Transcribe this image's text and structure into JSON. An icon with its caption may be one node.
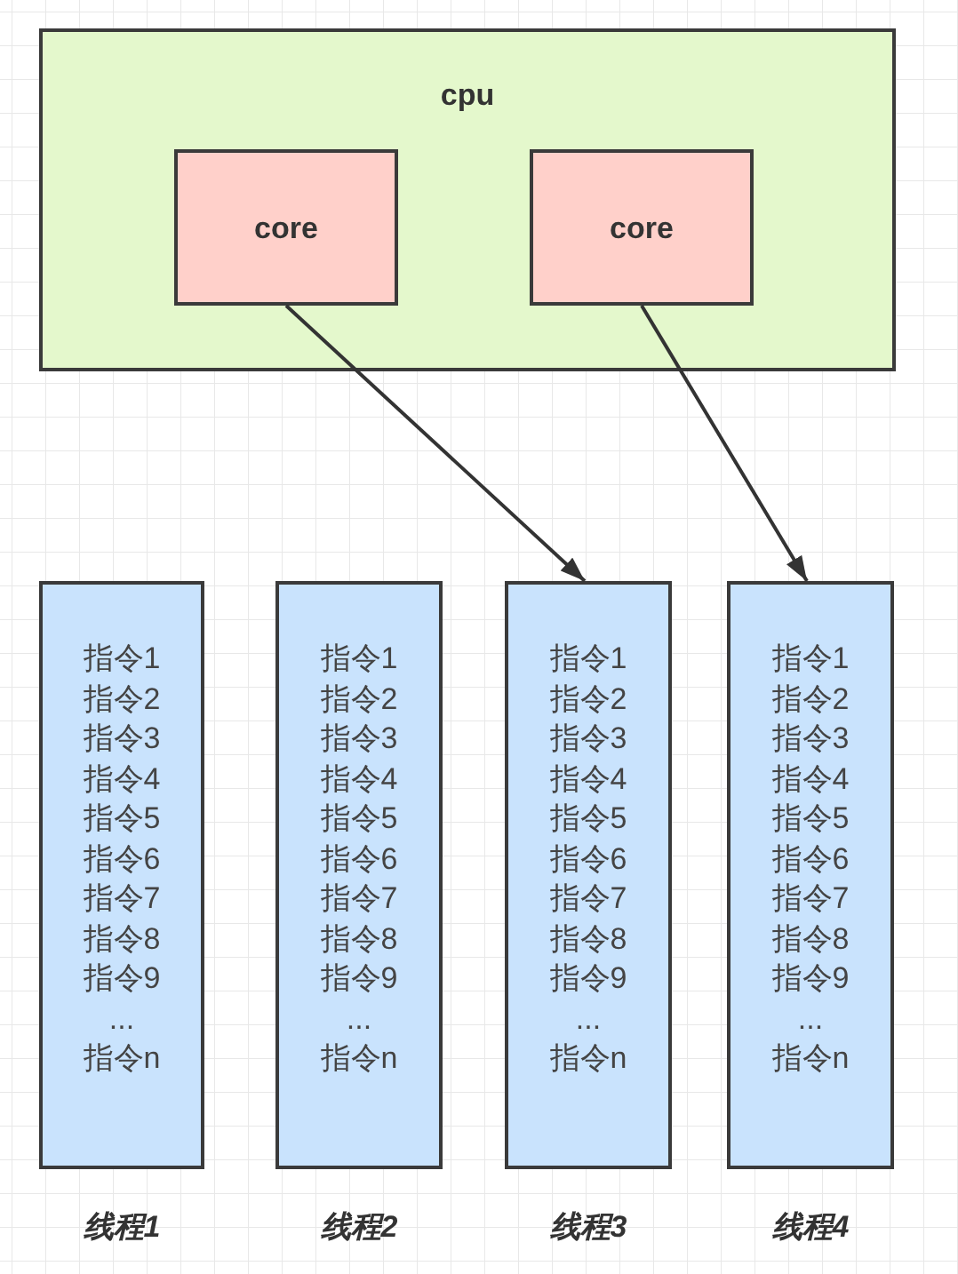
{
  "diagram": {
    "nodes": [
      {
        "text": [
          "cpu"
        ]
      },
      {
        "text": [
          "core"
        ],
        "in": 0
      },
      {
        "text": [
          "core"
        ],
        "in": 0
      },
      {
        "text": [
          "指令1",
          "指令2",
          "指令3",
          "指令4",
          "指令5",
          "指令6",
          "指令7",
          "指令8",
          "指令9",
          "...",
          "指令n"
        ],
        "beside": [
          "线程1"
        ]
      },
      {
        "text": [
          "指令1",
          "指令2",
          "指令3",
          "指令4",
          "指令5",
          "指令6",
          "指令7",
          "指令8",
          "指令9",
          "...",
          "指令n"
        ],
        "beside": [
          "线程2"
        ]
      },
      {
        "text": [
          "指令1",
          "指令2",
          "指令3",
          "指令4",
          "指令5",
          "指令6",
          "指令7",
          "指令8",
          "指令9",
          "...",
          "指令n"
        ],
        "beside": [
          "线程3"
        ]
      },
      {
        "text": [
          "指令1",
          "指令2",
          "指令3",
          "指令4",
          "指令5",
          "指令6",
          "指令7",
          "指令8",
          "指令9",
          "...",
          "指令n"
        ],
        "beside": [
          "线程4"
        ]
      }
    ],
    "edges": [
      {
        "from": 1,
        "to": 5,
        "arrow": "to"
      },
      {
        "from": 2,
        "to": 6,
        "arrow": "to"
      }
    ]
  }
}
